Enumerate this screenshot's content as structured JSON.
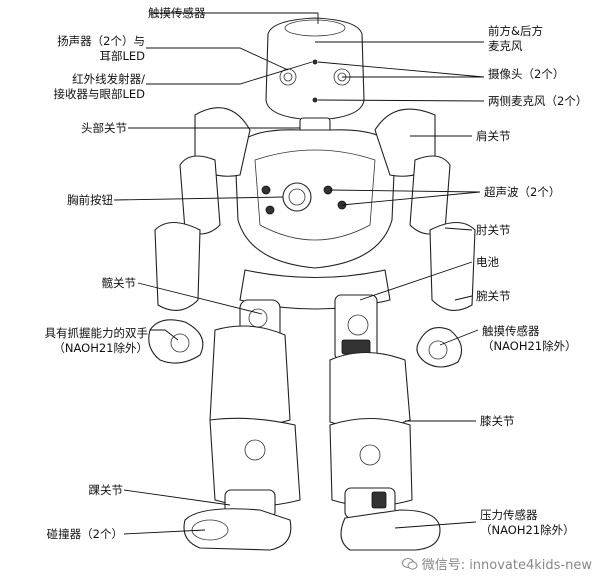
{
  "labels": {
    "touch_sensor_head": "触摸传感器",
    "speakers": "扬声器（2个）与",
    "speakers_2": "耳部LED",
    "ir": "红外线发射器/",
    "ir_2": "接收器与眼部LED",
    "head_joint": "头部关节",
    "chest_button": "胸前按钮",
    "hip_joint": "髋关节",
    "gripper": "具有抓握能力的双手",
    "gripper_2": "（NAOH21除外）",
    "ankle_joint": "踝关节",
    "bumper": "碰撞器（2个）",
    "front_rear_mic": "前方&后方",
    "front_rear_mic_2": "麦克风",
    "camera": "摄像头（2个）",
    "side_mic": "两侧麦克风（2个）",
    "shoulder_joint": "肩关节",
    "sonar": "超声波（2个）",
    "elbow_joint": "肘关节",
    "battery": "电池",
    "wrist_joint": "腕关节",
    "touch_sensor_hand": "触摸传感器",
    "touch_sensor_hand_2": "（NAOH21除外）",
    "knee_joint": "膝关节",
    "pressure_sensor": "压力传感器",
    "pressure_sensor_2": "（NAOH21除外）"
  },
  "watermark": "微信号: innovate4kids-new"
}
